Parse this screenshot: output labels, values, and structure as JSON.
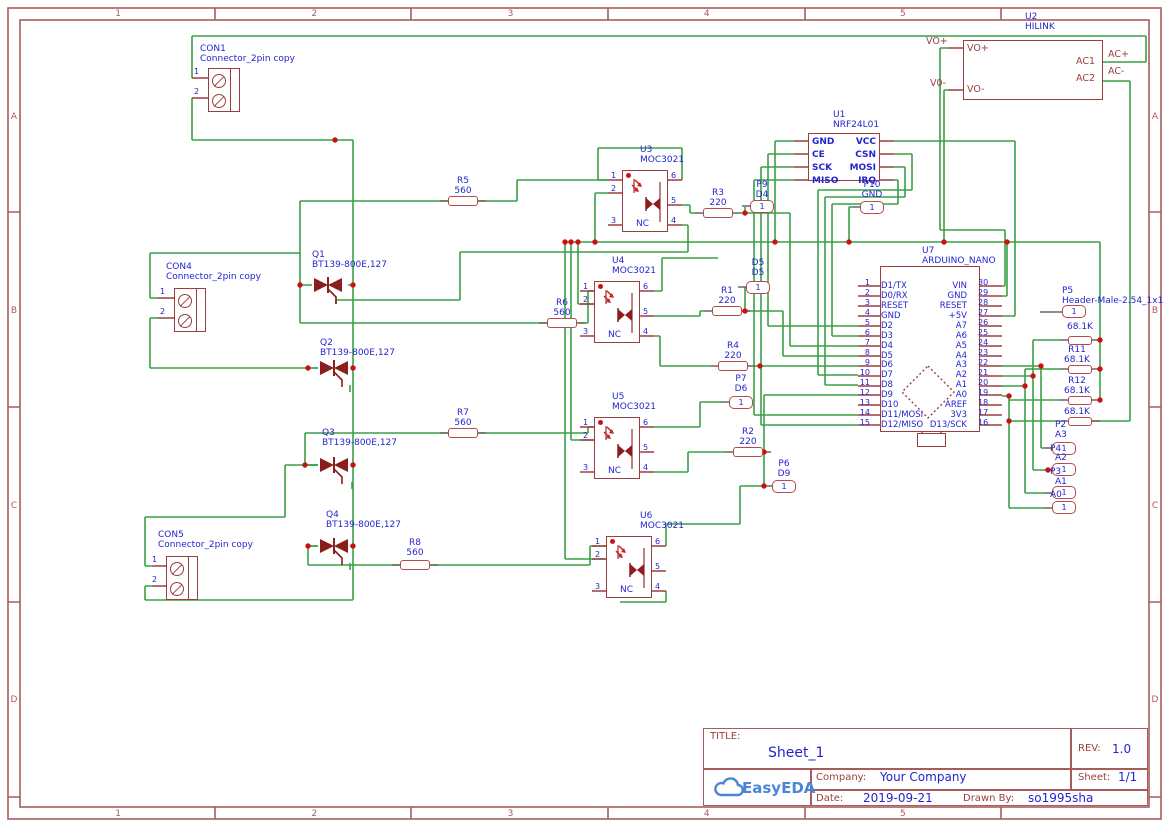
{
  "frame": {
    "cols": [
      "1",
      "2",
      "3",
      "4",
      "5"
    ],
    "rows": [
      "A",
      "B",
      "C",
      "D"
    ]
  },
  "colors": {
    "wire": "#3aa047",
    "component": "#9a3f3f",
    "resistor": "#b34d4d",
    "label": "#2424cf",
    "junction": "#cc1111",
    "frame": "#a85b5b",
    "logo": "#4a86d8"
  },
  "hilink": {
    "ref": "U2",
    "value": "HILINK",
    "pin_vop": "VO+",
    "pin_vom": "VO-",
    "pin_ac1": "AC1",
    "pin_ac2": "AC2",
    "net_vop": "VO+",
    "net_vom": "V0-",
    "net_acp": "AC+",
    "net_acm": "AC-"
  },
  "nrf": {
    "ref": "U1",
    "value": "NRF24L01",
    "left": [
      "GND",
      "CE",
      "SCK",
      "MISO"
    ],
    "right": [
      "VCC",
      "CSN",
      "MOSI",
      "IRQ"
    ]
  },
  "arduino": {
    "ref": "U7",
    "value": "ARDUINO_NANO",
    "left": [
      {
        "n": "1",
        "l": "D1/TX"
      },
      {
        "n": "2",
        "l": "D0/RX"
      },
      {
        "n": "3",
        "l": "RESET"
      },
      {
        "n": "4",
        "l": "GND"
      },
      {
        "n": "5",
        "l": "D2"
      },
      {
        "n": "6",
        "l": "D3"
      },
      {
        "n": "7",
        "l": "D4"
      },
      {
        "n": "8",
        "l": "D5"
      },
      {
        "n": "9",
        "l": "D6"
      },
      {
        "n": "10",
        "l": "D7"
      },
      {
        "n": "11",
        "l": "D8"
      },
      {
        "n": "12",
        "l": "D9"
      },
      {
        "n": "13",
        "l": "D10"
      },
      {
        "n": "14",
        "l": "D11/MOSI"
      },
      {
        "n": "15",
        "l": "D12/MISO"
      }
    ],
    "right": [
      {
        "n": "30",
        "l": "VIN"
      },
      {
        "n": "29",
        "l": "GND"
      },
      {
        "n": "28",
        "l": "RESET"
      },
      {
        "n": "27",
        "l": "+5V"
      },
      {
        "n": "26",
        "l": "A7"
      },
      {
        "n": "25",
        "l": "A6"
      },
      {
        "n": "24",
        "l": "A5"
      },
      {
        "n": "23",
        "l": "A4"
      },
      {
        "n": "22",
        "l": "A3"
      },
      {
        "n": "21",
        "l": "A2"
      },
      {
        "n": "20",
        "l": "A1"
      },
      {
        "n": "19",
        "l": "A0"
      },
      {
        "n": "18",
        "l": "AREF"
      },
      {
        "n": "17",
        "l": "3V3"
      },
      {
        "n": "16",
        "l": "D13/SCK"
      }
    ]
  },
  "connectors": [
    {
      "ref": "CON1",
      "value": "Connector_2pin copy",
      "pin1": "1",
      "pin2": "2"
    },
    {
      "ref": "CON4",
      "value": "Connector_2pin copy",
      "pin1": "1",
      "pin2": "2"
    },
    {
      "ref": "CON5",
      "value": "Connector_2pin copy",
      "pin1": "1",
      "pin2": "2"
    }
  ],
  "optos": [
    {
      "ref": "U3",
      "value": "MOC3021"
    },
    {
      "ref": "U4",
      "value": "MOC3021"
    },
    {
      "ref": "U5",
      "value": "MOC3021"
    },
    {
      "ref": "U6",
      "value": "MOC3021"
    }
  ],
  "opto": {
    "nc": "NC",
    "pins": [
      "1",
      "2",
      "3",
      "4",
      "5",
      "6"
    ]
  },
  "triacs": [
    {
      "ref": "Q1",
      "value": "BT139-800E,127"
    },
    {
      "ref": "Q2",
      "value": "BT139-800E,127"
    },
    {
      "ref": "Q3",
      "value": "BT139-800E,127"
    },
    {
      "ref": "Q4",
      "value": "BT139-800E,127"
    }
  ],
  "resistors": {
    "r5": {
      "ref": "R5",
      "value": "560"
    },
    "r6": {
      "ref": "R6",
      "value": "560"
    },
    "r7": {
      "ref": "R7",
      "value": "560"
    },
    "r8": {
      "ref": "R8",
      "value": "560"
    },
    "r3": {
      "ref": "R3",
      "value": "220"
    },
    "r1": {
      "ref": "R1",
      "value": "220"
    },
    "r4": {
      "ref": "R4",
      "value": "220"
    },
    "r2": {
      "ref": "R2",
      "value": "220"
    }
  },
  "bank": [
    {
      "ref": "",
      "value": "68.1K"
    },
    {
      "ref": "R11",
      "value": "68.1K"
    },
    {
      "ref": "R12",
      "value": "68.1K"
    },
    {
      "ref": "",
      "value": "68.1K"
    }
  ],
  "headers": {
    "p9": {
      "ref": "P9",
      "net": "D4",
      "pin": "1"
    },
    "p10": {
      "ref": "P10",
      "net": "GND",
      "pin": "1"
    },
    "d5": {
      "ref": "D5",
      "net": "D5",
      "pin": "1"
    },
    "p7": {
      "ref": "P7",
      "net": "D6",
      "pin": "1"
    },
    "p6": {
      "ref": "P6",
      "net": "D9",
      "pin": "1"
    },
    "p5": {
      "ref": "P5",
      "net": "Header-Male-2.54_1x1",
      "pin": "1"
    }
  },
  "analog": {
    "l1": "P2",
    "l2": "A3",
    "l3": "P4",
    "l4": "A2",
    "l5": "P3",
    "l6": "A1",
    "l7": "A0",
    "pin": "1"
  },
  "titleblock": {
    "title_label": "TITLE:",
    "title": "Sheet_1",
    "rev_label": "REV:",
    "rev": "1.0",
    "company_label": "Company:",
    "company": "Your Company",
    "sheet_label": "Sheet:",
    "sheet": "1/1",
    "date_label": "Date:",
    "date": "2019-09-21",
    "drawn_label": "Drawn By:",
    "drawn_by": "so1995sha",
    "logo_text": "EasyEDA"
  }
}
